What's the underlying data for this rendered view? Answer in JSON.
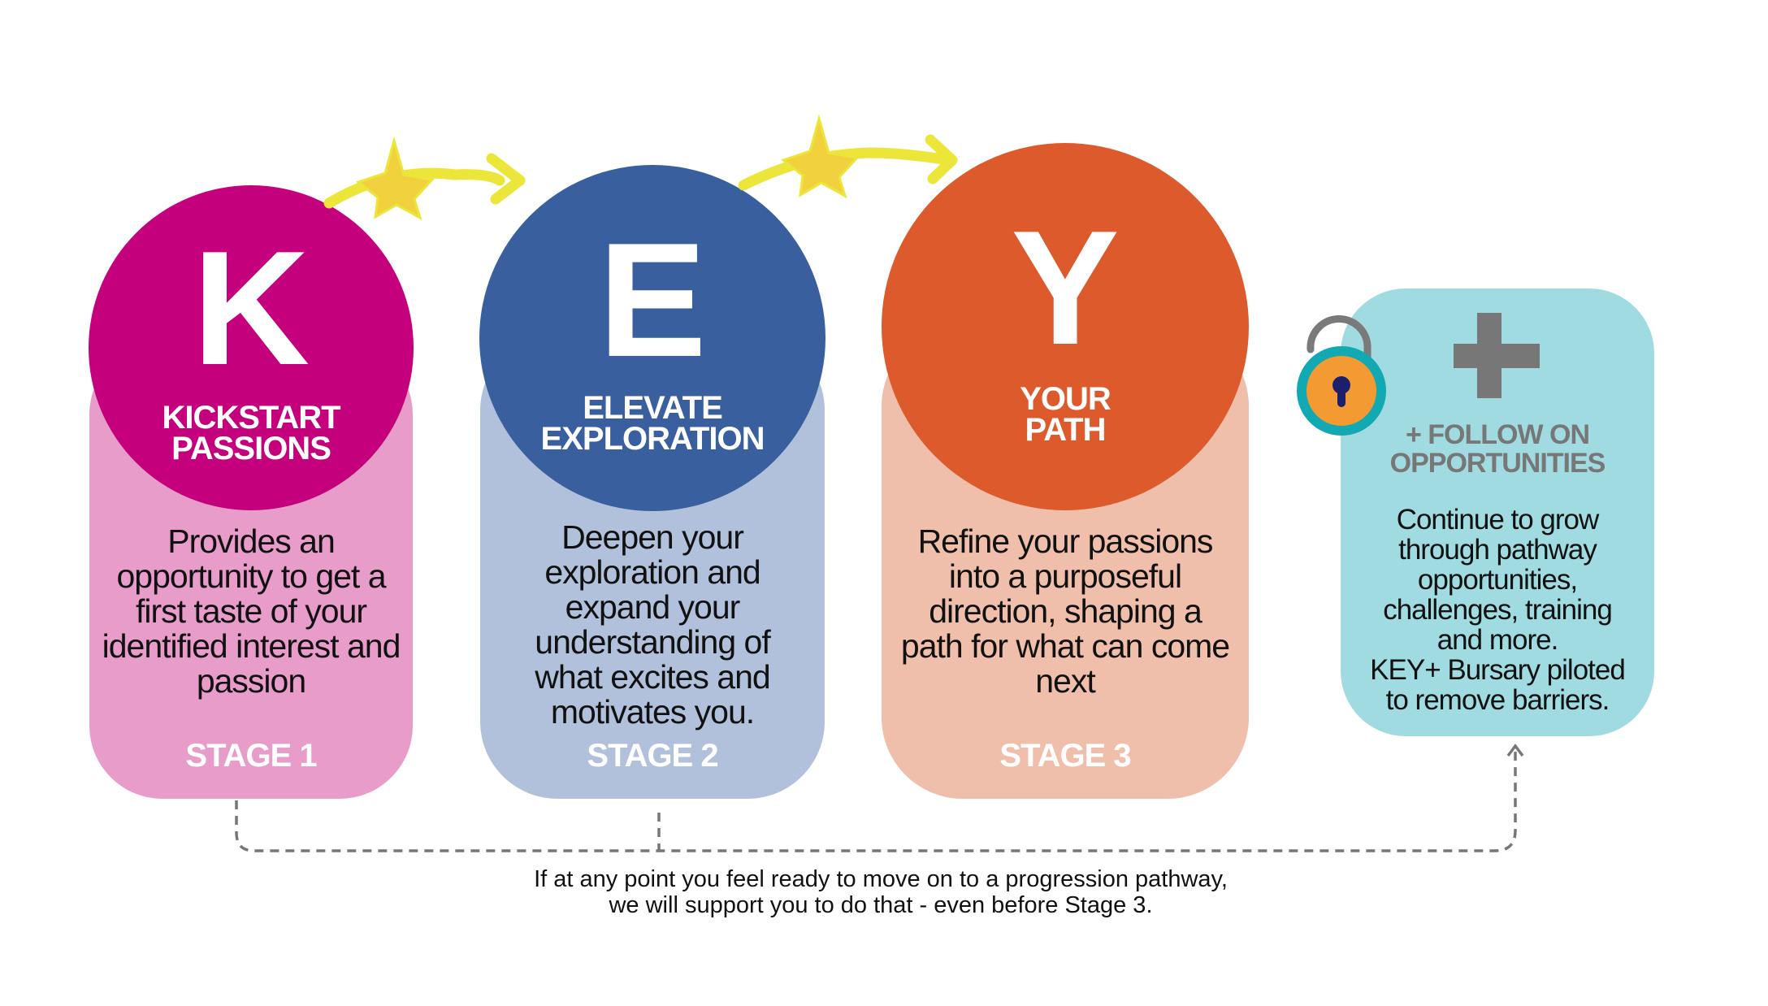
{
  "stages": [
    {
      "letter": "K",
      "title_line1": "KICKSTART",
      "title_line2": "PASSIONS",
      "description": "Provides an opportunity to get a first taste of your identified interest and passion",
      "stage_label": "STAGE 1",
      "circle_color": "#c5007c",
      "card_color": "#e89cc9"
    },
    {
      "letter": "E",
      "title_line1": "ELEVATE",
      "title_line2": "EXPLORATION",
      "description": "Deepen your exploration and expand your understanding of what excites and motivates you.",
      "stage_label": "STAGE 2",
      "circle_color": "#3a5f9e",
      "card_color": "#b1c1dc"
    },
    {
      "letter": "Y",
      "title_line1": "YOUR",
      "title_line2": "PATH",
      "description": "Refine your passions into a purposeful direction, shaping a path for what can come next",
      "stage_label": "STAGE 3",
      "circle_color": "#dc5a2b",
      "card_color": "#f0bfab"
    }
  ],
  "follow_on": {
    "title_line1": "+ FOLLOW ON",
    "title_line2": "OPPORTUNITIES",
    "description_lines": [
      "Continue to grow",
      "through pathway",
      "opportunities,",
      "challenges, training",
      "and more.",
      "KEY+ Bursary piloted",
      "to remove barriers."
    ],
    "card_color": "#9fdbe0",
    "icon": "unlocked-padlock-icon"
  },
  "footer": {
    "line1": "If at any point you feel ready to move on to a progression pathway,",
    "line2": "we will support you to do that - even before Stage 3."
  },
  "icons": [
    "star-icon",
    "arrow-icon",
    "plus-icon",
    "padlock-icon"
  ]
}
